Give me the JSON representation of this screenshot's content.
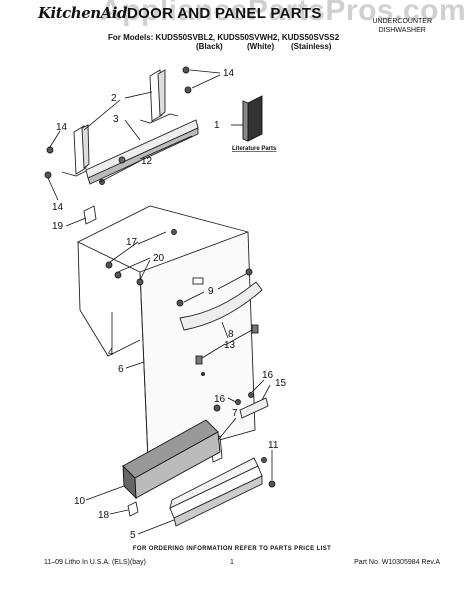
{
  "watermark": "AppliancePartsPros.com",
  "header": {
    "brand": "KitchenAid",
    "title": "DOOR AND PANEL PARTS",
    "category_line1": "UNDERCOUNTER",
    "category_line2": "DISHWASHER",
    "models": "For Models: KUDS50SVBL2, KUDS50SVWH2, KUDS50SVSS2",
    "variant_black": "(Black)",
    "variant_white": "(White)",
    "variant_stainless": "(Stainless)"
  },
  "diagram": {
    "literature_label": "Literature Parts",
    "callouts": [
      "14",
      "2",
      "1",
      "14",
      "3",
      "12",
      "14",
      "19",
      "17",
      "20",
      "9",
      "4",
      "8",
      "13",
      "6",
      "16",
      "15",
      "16",
      "7",
      "11",
      "10",
      "18",
      "5"
    ]
  },
  "footer": {
    "ordering_note": "FOR ORDERING INFORMATION REFER TO PARTS PRICE LIST",
    "litho": "11–09 Litho In U.S.A. (ELS)(bay)",
    "page": "1",
    "part_no": "Part No. W10305984 Rev.A"
  }
}
